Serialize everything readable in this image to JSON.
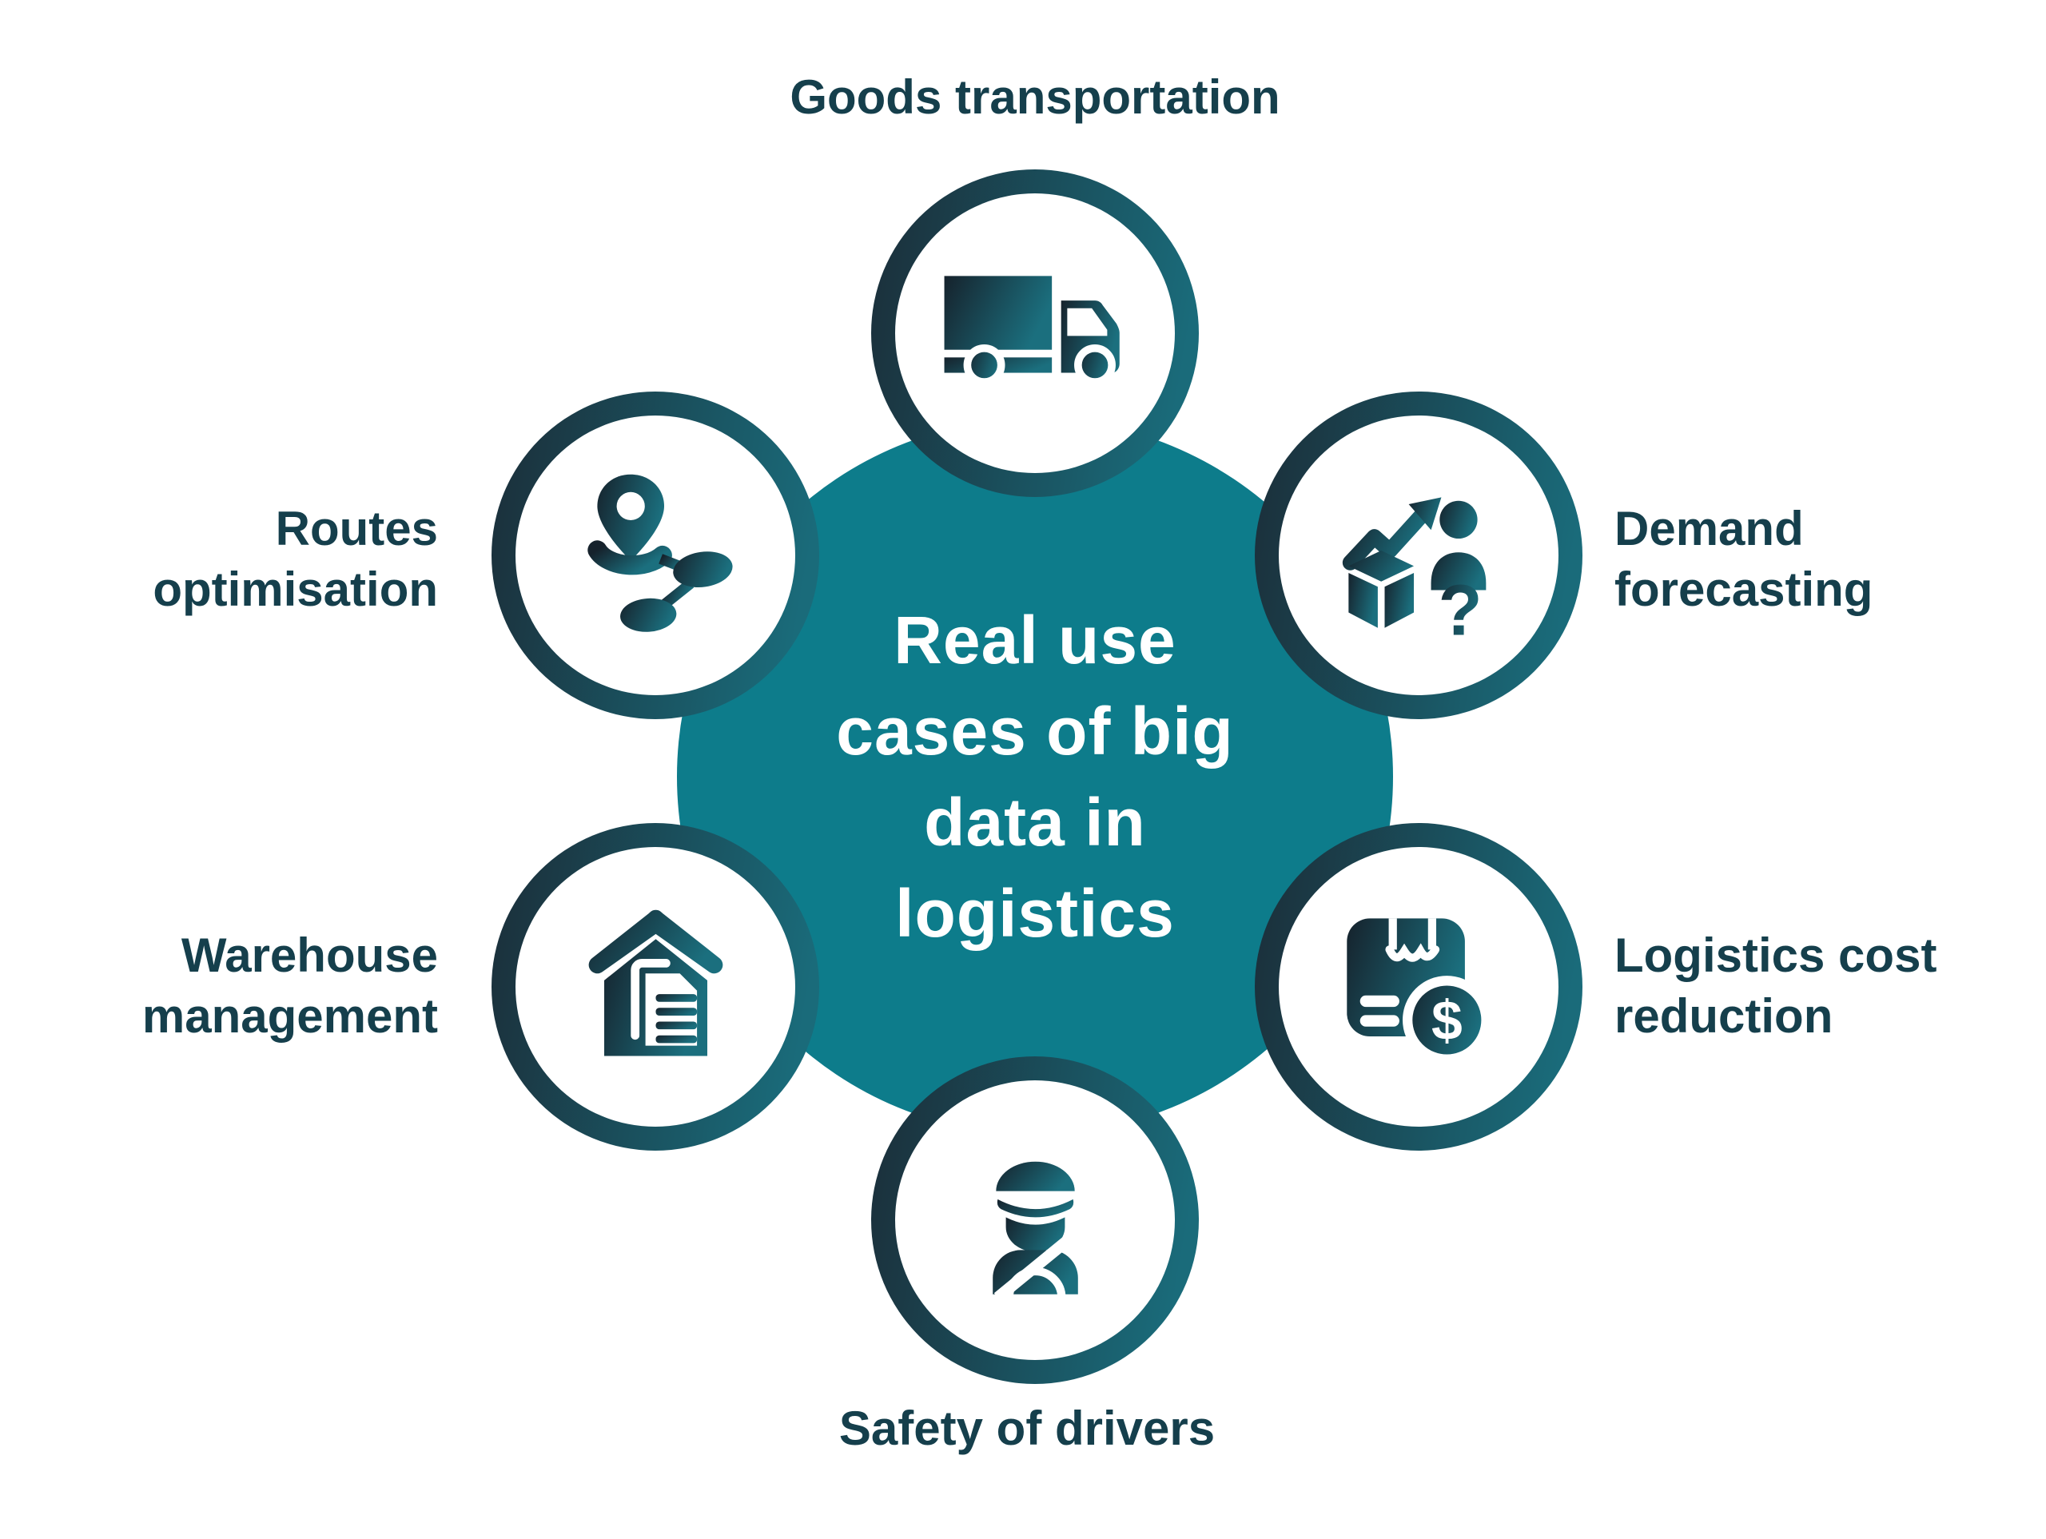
{
  "diagram": {
    "type": "hub-and-spoke infographic",
    "center": {
      "text": "Real use\ncases of big\ndata in\nlogistics",
      "bg_color": "#0d7c8b",
      "text_color": "#ffffff"
    },
    "colors": {
      "ring_gradient_start": "#1b2d38",
      "ring_gradient_end": "#1a6b7a",
      "icon_gradient_start": "#16222c",
      "icon_gradient_end": "#1b6f7e",
      "label_text": "#153f4c",
      "background": "#ffffff"
    }
  },
  "nodes": [
    {
      "label": "Goods transportation",
      "icon": "truck-icon",
      "position": "top"
    },
    {
      "label": "Demand\nforecasting",
      "icon": "demand-forecast-icon",
      "position": "upper-right"
    },
    {
      "label": "Logistics cost\nreduction",
      "icon": "package-dollar-icon",
      "position": "lower-right"
    },
    {
      "label": "Safety of drivers",
      "icon": "driver-icon",
      "position": "bottom"
    },
    {
      "label": "Warehouse\nmanagement",
      "icon": "warehouse-document-icon",
      "position": "lower-left"
    },
    {
      "label": "Routes\noptimisation",
      "icon": "route-pin-icon",
      "position": "upper-left"
    }
  ]
}
